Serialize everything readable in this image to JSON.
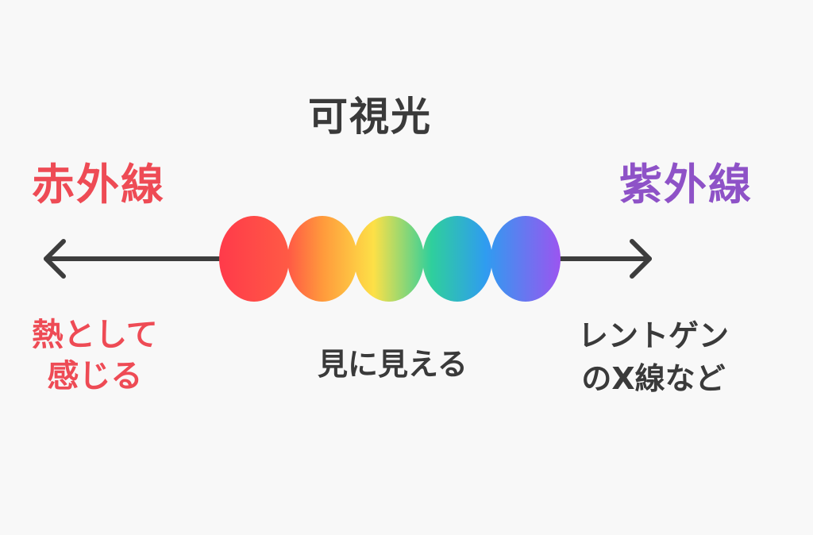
{
  "title": "可視光",
  "left": {
    "name": "赤外線",
    "description_lines": [
      "熱として",
      "感じる"
    ]
  },
  "center": {
    "description": "見に見える"
  },
  "right": {
    "name": "紫外線",
    "description_lines": [
      "レントゲン",
      "のX線など"
    ]
  },
  "colors": {
    "infrared": "#ee4b55",
    "ultraviolet": "#8e52c7",
    "text": "#3a3a3a",
    "axis": "#3d3d3d",
    "spectrum_stops": [
      "#ff3b4a",
      "#ff9a3c",
      "#fde047",
      "#2fcf9c",
      "#2f9cf0",
      "#9b55f0"
    ]
  }
}
